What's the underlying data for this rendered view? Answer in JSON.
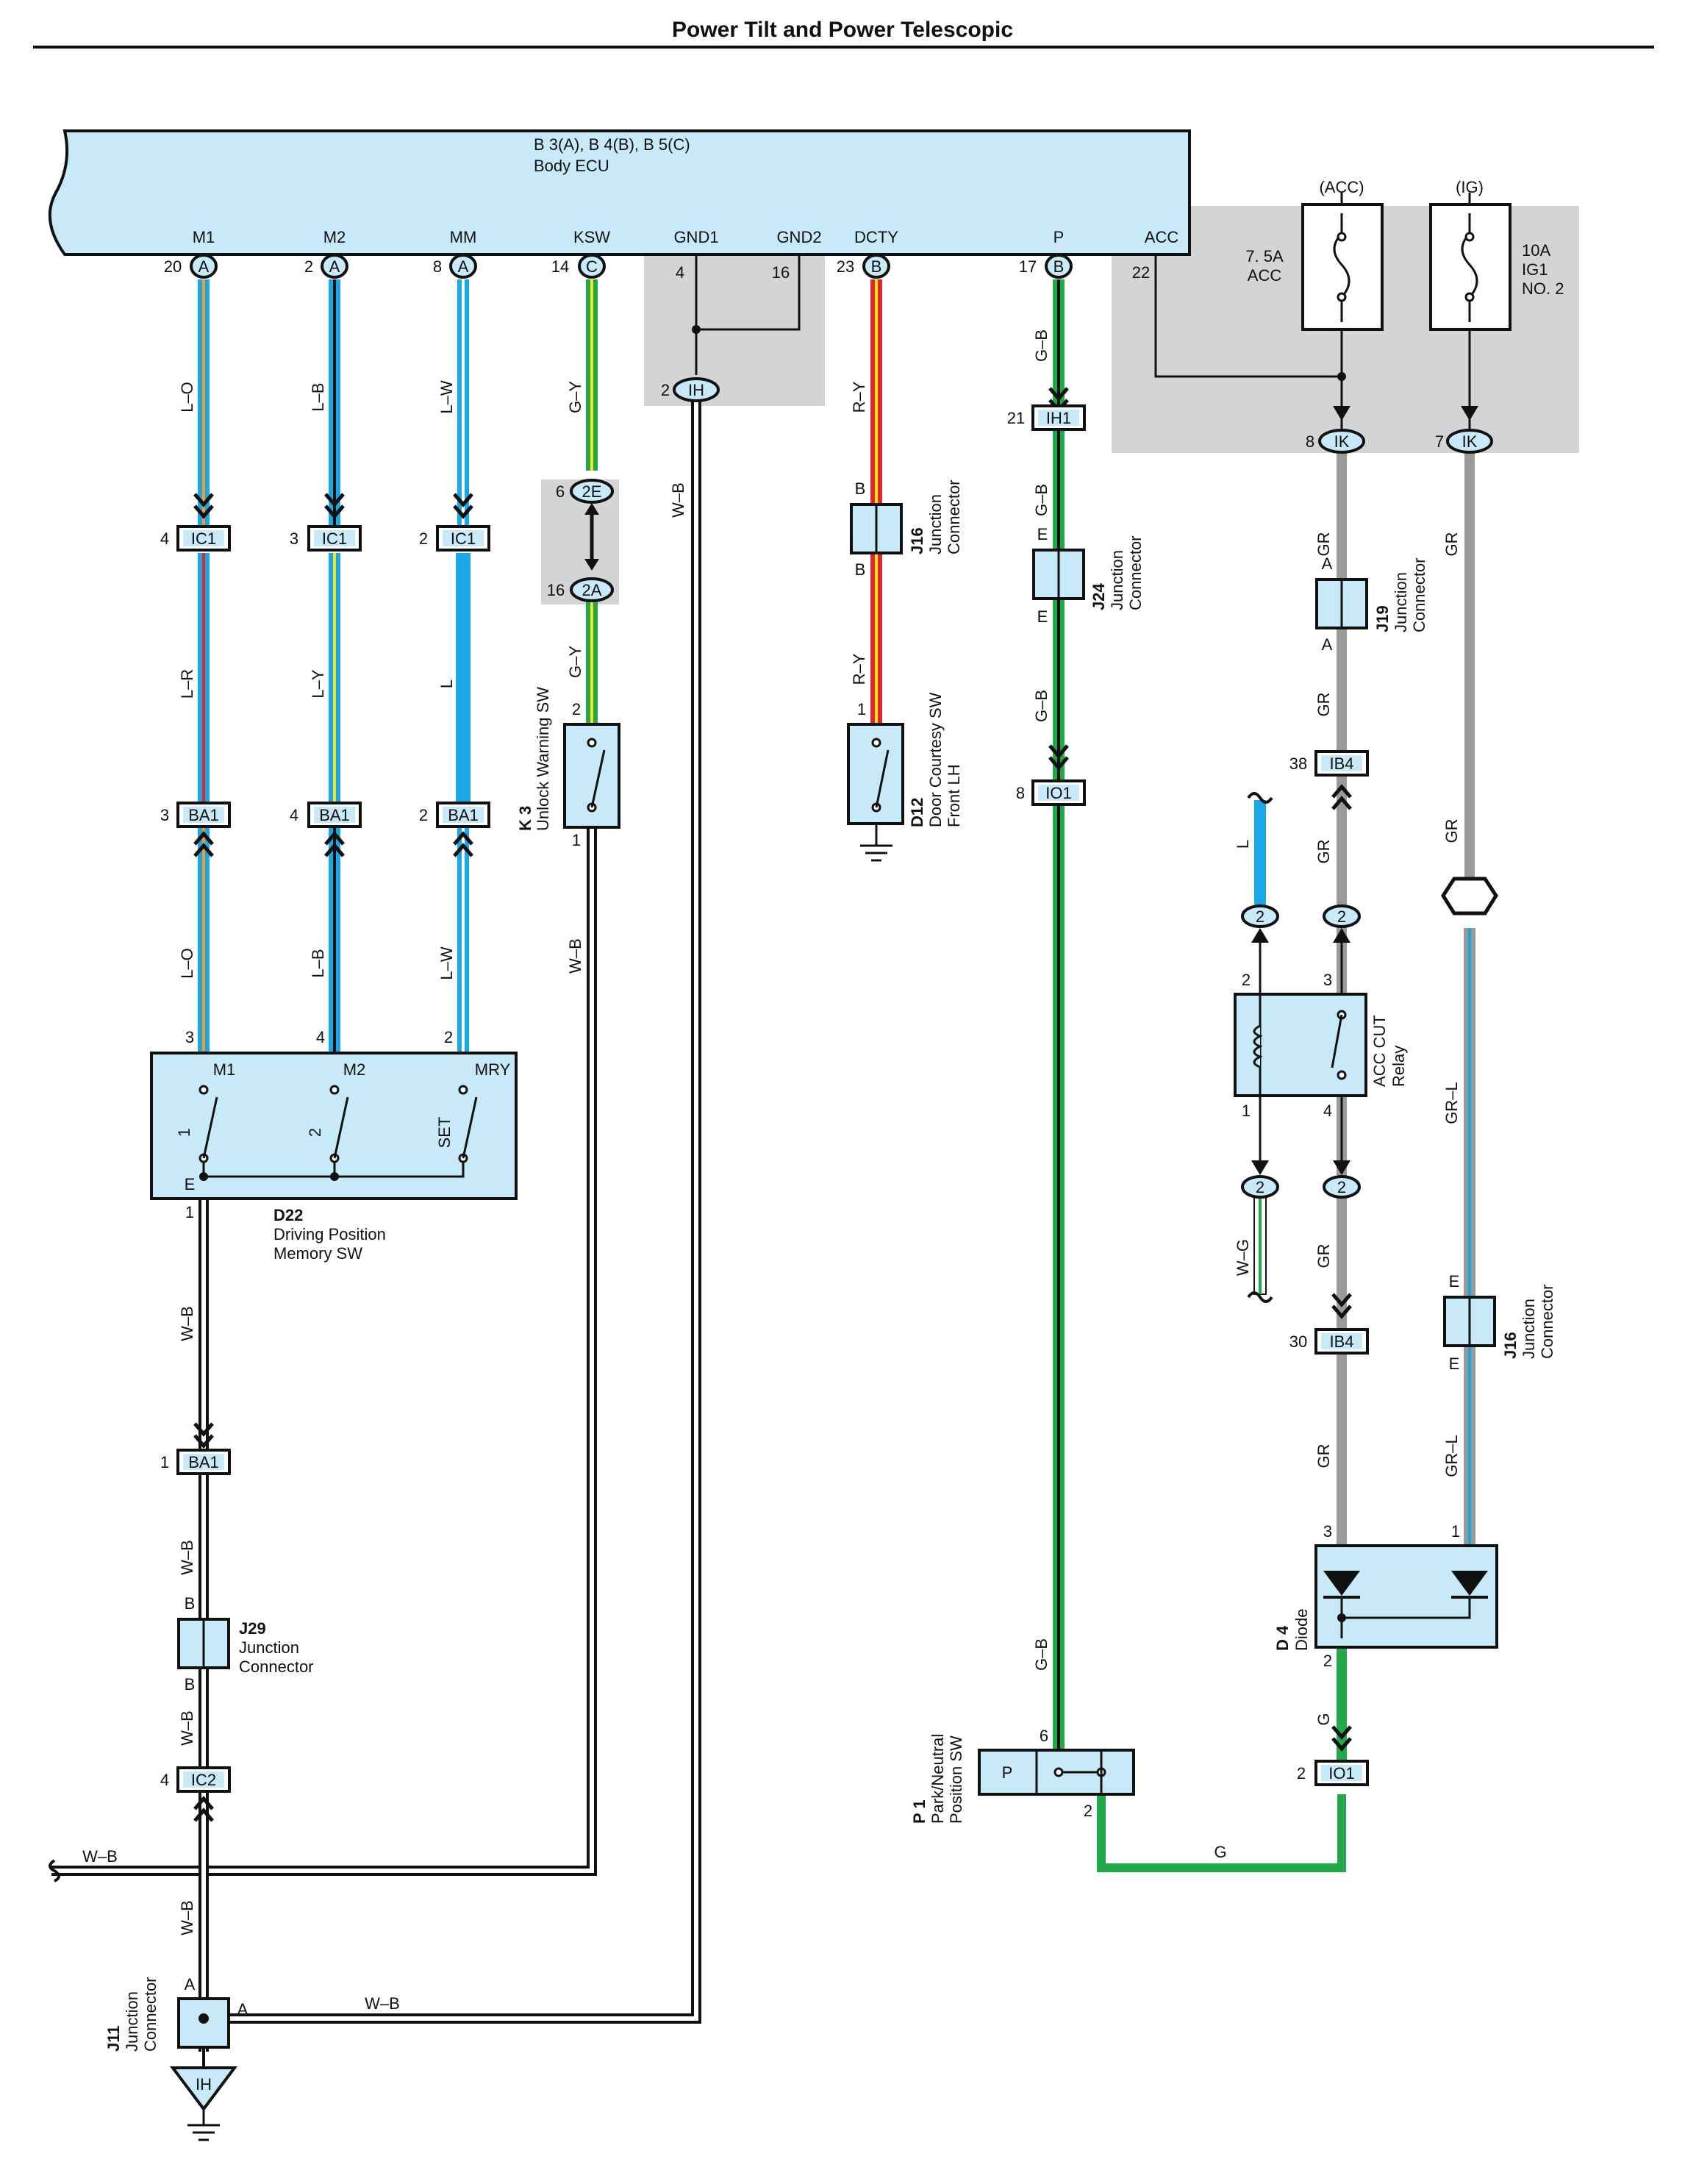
{
  "title": "Power Tilt and Power Telescopic",
  "colors": {
    "L": "#1aa7e6",
    "O": "#f39c29",
    "B": "#111111",
    "W": "#ffffff",
    "R": "#e0262e",
    "Y": "#f4e21a",
    "G": "#22a84a",
    "GR": "#9a9a9a",
    "box_fill": "#c7e9f8",
    "shade": "#d2d4d6"
  },
  "ecu": {
    "name_line1": "B 3(A), B 4(B), B 5(C)",
    "name_line2": "Body ECU",
    "terminals": [
      "M1",
      "M2",
      "MM",
      "KSW",
      "GND1",
      "GND2",
      "DCTY",
      "P",
      "ACC"
    ],
    "pins": [
      "20",
      "A",
      "2",
      "A",
      "8",
      "A",
      "14",
      "C",
      "4",
      "16",
      "23",
      "B",
      "17",
      "B",
      "22"
    ]
  },
  "fuses": {
    "acc_header": "(ACC)",
    "ig_header": "(IG)",
    "acc_label_1": "7. 5A",
    "acc_label_2": "ACC",
    "ig_label_1": "10A",
    "ig_label_2": "IG1",
    "ig_label_3": "NO. 2"
  },
  "wires": {
    "LO": "L–O",
    "LB": "L–B",
    "LW": "L–W",
    "LR": "L–R",
    "LY": "L–Y",
    "L": "L",
    "GY": "G–Y",
    "WB": "W–B",
    "RY": "R–Y",
    "GB": "G–B",
    "GR": "GR",
    "GRL": "GR–L",
    "WG": "W–G",
    "G": "G"
  },
  "connectors": {
    "IC1": "IC1",
    "BA1": "BA1",
    "IH": "IH",
    "IH1": "IH1",
    "IK": "IK",
    "IO1": "IO1",
    "IB4": "IB4",
    "IC2": "IC2",
    "2E": "2E",
    "2A": "2A",
    "B": "B",
    "two": "2"
  },
  "pins": {
    "p1": "1",
    "p2": "2",
    "p3": "3",
    "p4": "4",
    "p6": "6",
    "p7": "7",
    "p8": "8",
    "p16": "16",
    "p21": "21",
    "p30": "30",
    "p38": "38",
    "A": "A",
    "B": "B",
    "E": "E"
  },
  "components": {
    "j16_id": "J16",
    "j16_name_1": "Junction",
    "j16_name_2": "Connector",
    "j24_id": "J24",
    "j24_name_1": "Junction",
    "j24_name_2": "Connector",
    "j19_id": "J19",
    "j19_name_1": "Junction",
    "j19_name_2": "Connector",
    "j29_id": "J29",
    "j29_name_1": "Junction",
    "j29_name_2": "Connector",
    "j11_id": "J11",
    "j11_name_1": "Junction",
    "j11_name_2": "Connector",
    "k3_id": "K 3",
    "k3_name": "Unlock Warning SW",
    "d12_id": "D12",
    "d12_name_1": "Door Courtesy SW",
    "d12_name_2": "Front LH",
    "d22_id": "D22",
    "d22_name_1": "Driving Position",
    "d22_name_2": "Memory SW",
    "d22_terminals": [
      "M1",
      "M2",
      "MRY"
    ],
    "d22_switches": [
      "1",
      "2",
      "SET"
    ],
    "d22_ground": "E",
    "relay_name_1": "ACC CUT",
    "relay_name_2": "Relay",
    "d4_id": "D 4",
    "d4_name": "Diode",
    "p1_id": "P 1",
    "p1_name_1": "Park/Neutral",
    "p1_name_2": "Position SW",
    "p1_terminal": "P"
  }
}
